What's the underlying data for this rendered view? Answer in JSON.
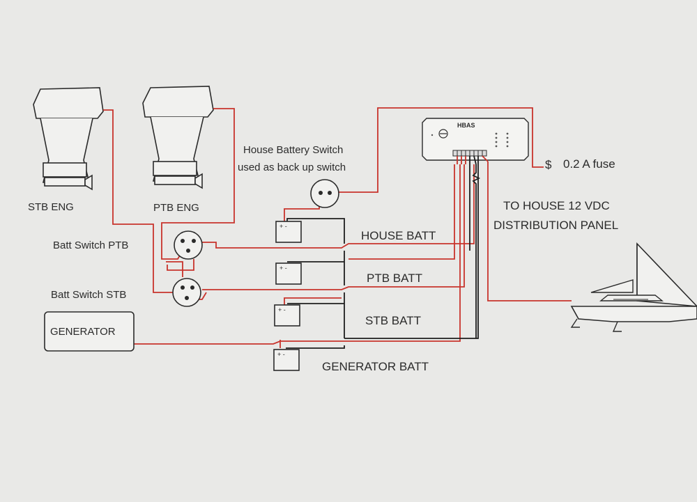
{
  "labels": {
    "stb_eng": "STB ENG",
    "ptb_eng": "PTB ENG",
    "house_switch_line1": "House Battery Switch",
    "house_switch_line2": "used as back up switch",
    "batt_switch_ptb": "Batt Switch PTB",
    "batt_switch_stb": "Batt Switch STB",
    "generator": "GENERATOR",
    "house_batt": "HOUSE BATT",
    "ptb_batt": "PTB BATT",
    "stb_batt": "STB BATT",
    "generator_batt": "GENERATOR BATT",
    "hbas": "HBAS",
    "fuse_symbol": "$",
    "fuse": "0.2 A fuse",
    "panel_line1": "TO HOUSE 12 VDC",
    "panel_line2": "DISTRIBUTION PANEL",
    "battery_terminals": "+ -"
  },
  "colors": {
    "wire_positive": "#c8332c",
    "wire_negative": "#1e1e1e",
    "background": "#e9e9e7"
  }
}
